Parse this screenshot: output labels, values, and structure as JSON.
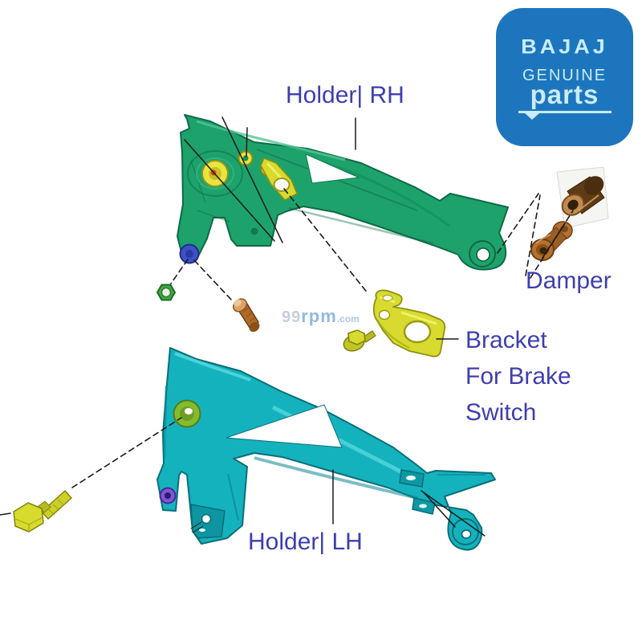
{
  "logo": {
    "brand": "BAJAJ",
    "line2": "GENUINE",
    "line3": "parts",
    "bg_color": "#1d76bd",
    "text_color": "#c9ecf8"
  },
  "labels": {
    "holder_rh": "Holder| RH",
    "damper": "Damper",
    "bracket_brake_switch": "Bracket\nFor Brake\nSwitch",
    "holder_lh": "Holder| LH",
    "text_color": "#3e3eb0"
  },
  "watermark": {
    "prefix": "99",
    "name": "rpm",
    "suffix": ".com"
  },
  "colors": {
    "holder_rh": "#1ea26c",
    "holder_lh": "#14b2bd",
    "fastener_yellow": "#d8da2e",
    "bracket_yellow": "#d8da30",
    "damper_copper": "#b5712f",
    "damper_dark": "#5d3b16",
    "bushing_blue": "#3d51c5",
    "bushing_purple": "#7d57cd",
    "nut_green": "#42a447",
    "boss_green": "#85bb31",
    "copper_bolt": "#b06a28",
    "leader_line": "#1a1a1a"
  }
}
